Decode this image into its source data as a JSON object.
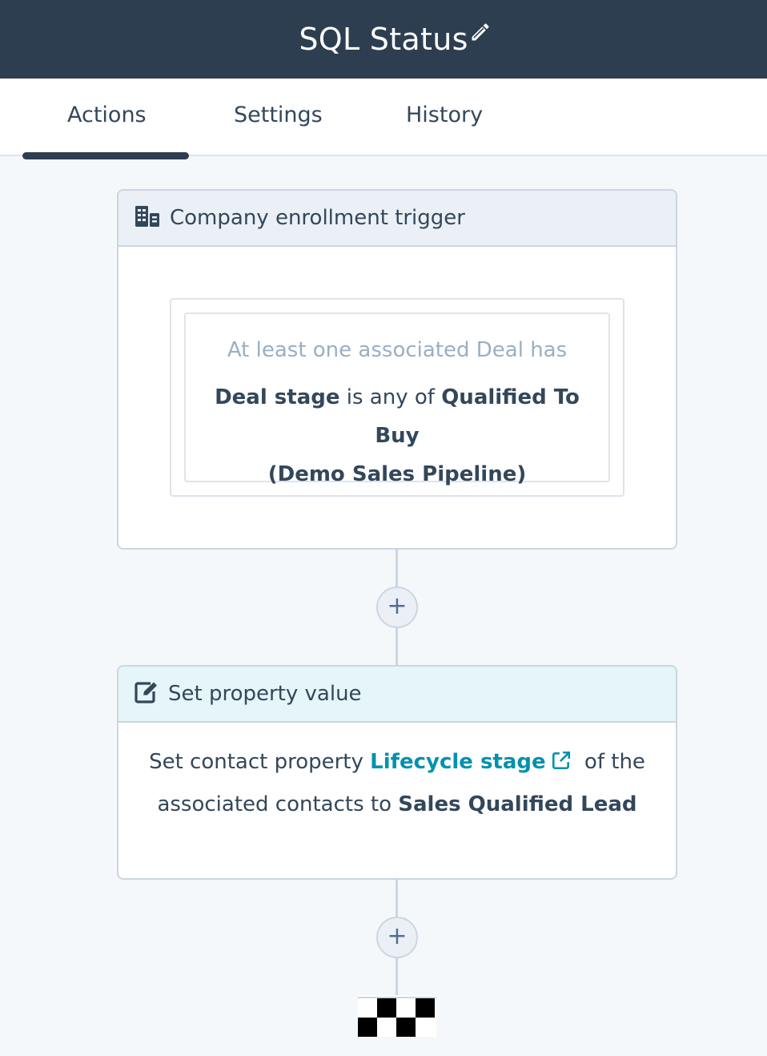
{
  "header": {
    "title": "SQL Status",
    "edit_icon": "pencil-icon"
  },
  "tabs": [
    {
      "label": "Actions",
      "active": true
    },
    {
      "label": "Settings",
      "active": false
    },
    {
      "label": "History",
      "active": false
    }
  ],
  "trigger_card": {
    "icon": "building-icon",
    "title": "Company enrollment trigger",
    "filter": {
      "heading": "At least one associated Deal has",
      "property": "Deal stage",
      "operator": "is any of",
      "value_line1": "Qualified To Buy",
      "value_line2": "(Demo Sales Pipeline)"
    }
  },
  "action_card": {
    "icon": "edit-square-icon",
    "title": "Set property value",
    "text_prefix": "Set contact property",
    "property_link": "Lifecycle stage",
    "link_icon": "external-link-icon",
    "text_middle": "of the associated contacts to",
    "value": "Sales Qualified Lead"
  },
  "add_action_label": "+",
  "end_icon": "checkered-flag-icon",
  "colors": {
    "header_bg": "#2d3e50",
    "text": "#33475b",
    "link": "#0091ae",
    "muted": "#99afc4",
    "border": "#cbd6e2"
  }
}
